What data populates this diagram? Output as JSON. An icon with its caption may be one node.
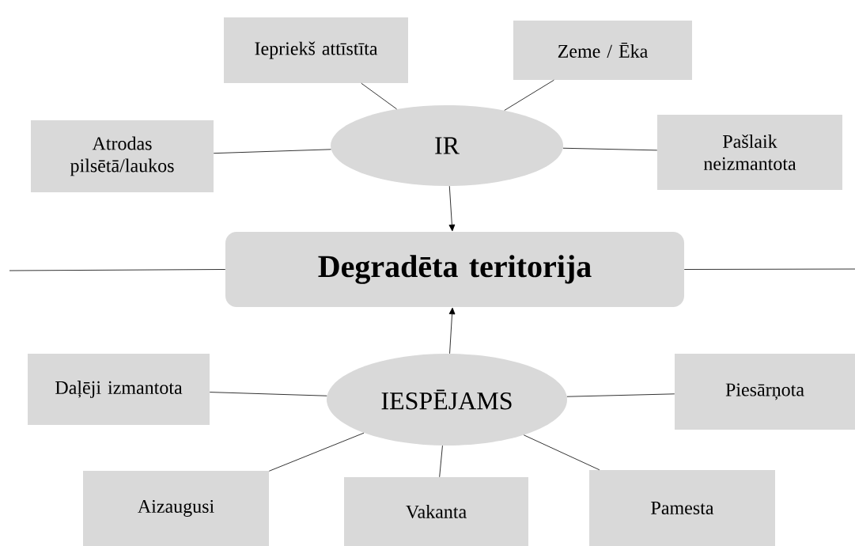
{
  "diagram": {
    "nodes": [
      {
        "text": [
          "Iepriekš attīstīta"
        ]
      },
      {
        "text": [
          "Zeme / Ēka"
        ]
      },
      {
        "text": [
          "Atrodas pilsētā/laukos"
        ]
      },
      {
        "text": [
          "IR"
        ]
      },
      {
        "text": [
          "Pašlaik neizmantota"
        ]
      },
      {
        "text": [
          "Degradēta teritorija"
        ]
      },
      {
        "text": [
          "Daļēji izmantota"
        ]
      },
      {
        "text": [
          "IESPĒJAMS"
        ]
      },
      {
        "text": [
          "Piesārņota"
        ]
      },
      {
        "text": [
          "Aizaugusi"
        ]
      },
      {
        "text": [
          "Vakanta"
        ]
      },
      {
        "text": [
          "Pamesta"
        ]
      }
    ],
    "edges": [
      {
        "from": 0,
        "to": 3,
        "arrow": "none"
      },
      {
        "from": 1,
        "to": 3,
        "arrow": "none"
      },
      {
        "from": 2,
        "to": 3,
        "arrow": "none"
      },
      {
        "from": 3,
        "to": 4,
        "arrow": "none"
      },
      {
        "from": 3,
        "to": 5,
        "arrow": "to"
      },
      {
        "from": 5,
        "to": null,
        "arrow": "none"
      },
      {
        "from": 5,
        "to": null,
        "arrow": "none"
      },
      {
        "from": 7,
        "to": 5,
        "arrow": "to"
      },
      {
        "from": 6,
        "to": 7,
        "arrow": "none"
      },
      {
        "from": 7,
        "to": 8,
        "arrow": "none"
      },
      {
        "from": 7,
        "to": 9,
        "arrow": "none"
      },
      {
        "from": 7,
        "to": 10,
        "arrow": "none"
      },
      {
        "from": 7,
        "to": 11,
        "arrow": "none"
      }
    ]
  }
}
